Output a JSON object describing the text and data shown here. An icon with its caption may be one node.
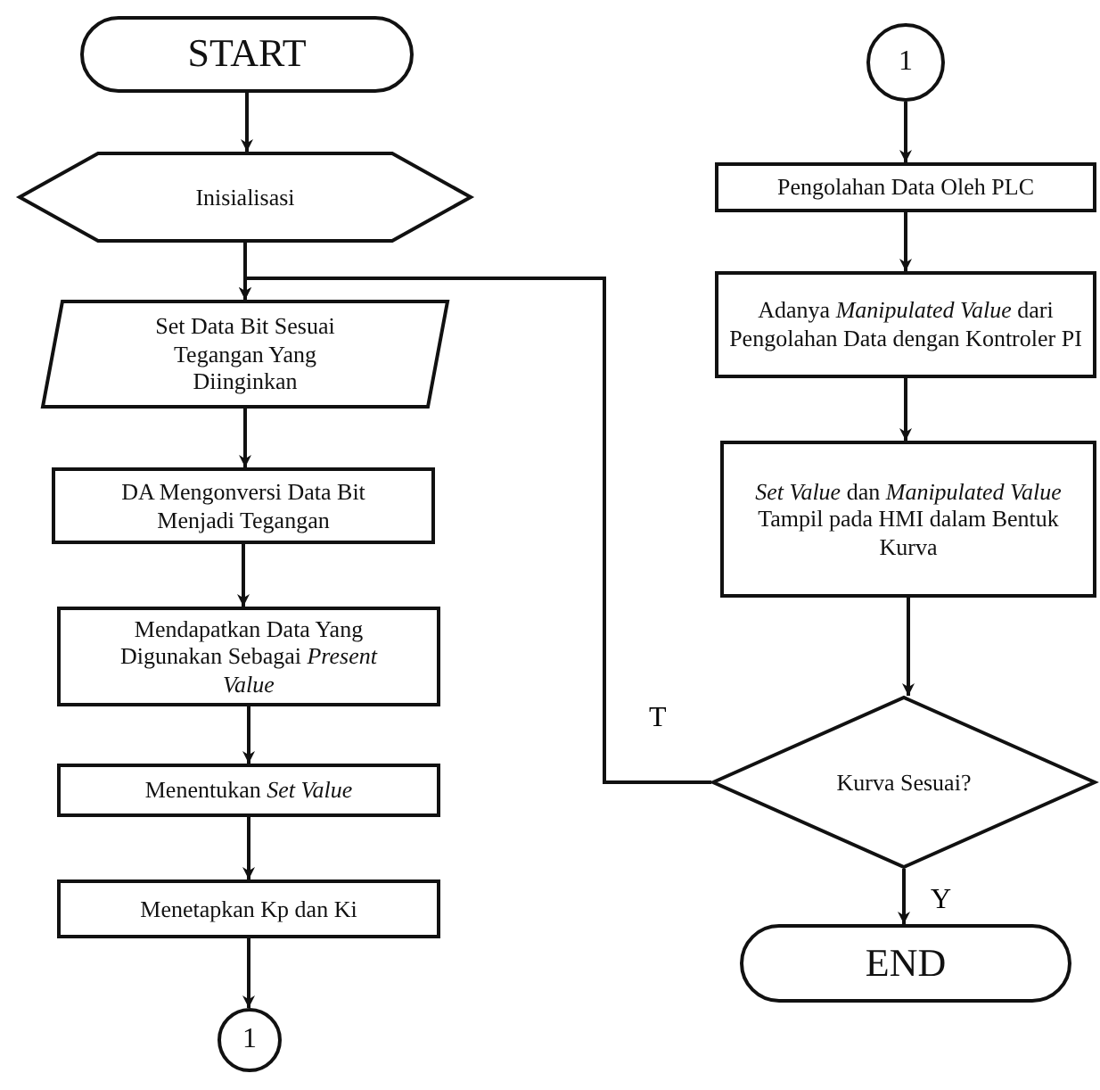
{
  "diagram": {
    "nodes": [
      {
        "text": [
          "START"
        ]
      },
      {
        "text": [
          "Inisialisasi"
        ]
      },
      {
        "text": [
          "Set Data Bit Sesuai Tegangan Yang Diinginkan"
        ]
      },
      {
        "text": [
          "DA Mengonversi Data Bit Menjadi Tegangan"
        ]
      },
      {
        "text": [
          "Mendapatkan Data Yang Digunakan Sebagai *Present Value*"
        ]
      },
      {
        "text": [
          "Menentukan *Set Value*"
        ]
      },
      {
        "text": [
          "Menetapkan Kp dan Ki"
        ]
      },
      {
        "text": [
          "1"
        ]
      },
      {
        "text": [
          "1"
        ]
      },
      {
        "text": [
          "Pengolahan Data Oleh PLC"
        ]
      },
      {
        "text": [
          "Adanya *Manipulated Value* dari Pengolahan Data dengan Kontroler PI"
        ]
      },
      {
        "text": [
          "*Set Value* dan *Manipulated Value* Tampil pada HMI dalam Bentuk Kurva"
        ]
      },
      {
        "text": [
          "Kurva Sesuai?"
        ]
      },
      {
        "text": [
          "END"
        ]
      }
    ],
    "edges": [
      {
        "from": 0,
        "to": 1,
        "arrow": "to"
      },
      {
        "from": 1,
        "to": 2,
        "arrow": "to"
      },
      {
        "from": 2,
        "to": 3,
        "arrow": "to"
      },
      {
        "from": 3,
        "to": 4,
        "arrow": "to"
      },
      {
        "from": 4,
        "to": 5,
        "arrow": "to"
      },
      {
        "from": 5,
        "to": 6,
        "arrow": "to"
      },
      {
        "from": 6,
        "to": 7,
        "arrow": "to"
      },
      {
        "from": 8,
        "to": 9,
        "arrow": "to"
      },
      {
        "from": 9,
        "to": 10,
        "arrow": "to"
      },
      {
        "from": 10,
        "to": 11,
        "arrow": "to"
      },
      {
        "from": 11,
        "to": 12,
        "arrow": "to"
      },
      {
        "from": 12,
        "to": 13,
        "arrow": "to",
        "label": "Y"
      },
      {
        "from": 12,
        "to": 2,
        "arrow": "to",
        "label": "T"
      }
    ]
  }
}
